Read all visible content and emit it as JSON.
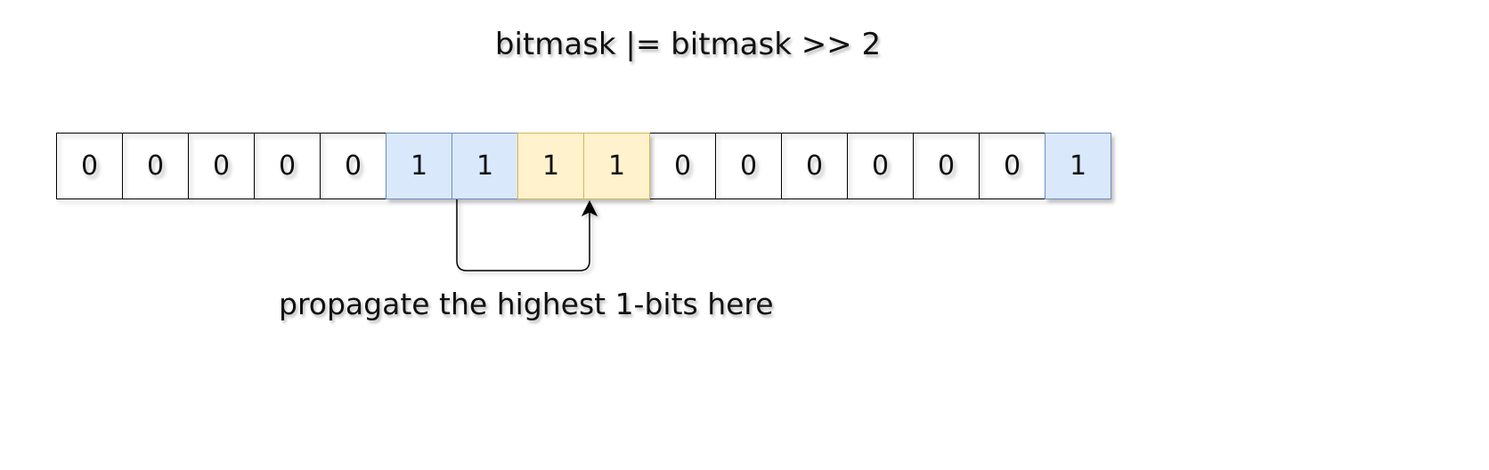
{
  "title": "bitmask |= bitmask >> 2",
  "bits": [
    {
      "value": "0",
      "fill": "none"
    },
    {
      "value": "0",
      "fill": "none"
    },
    {
      "value": "0",
      "fill": "none"
    },
    {
      "value": "0",
      "fill": "none"
    },
    {
      "value": "0",
      "fill": "none"
    },
    {
      "value": "1",
      "fill": "blue"
    },
    {
      "value": "1",
      "fill": "blue"
    },
    {
      "value": "1",
      "fill": "yellow"
    },
    {
      "value": "1",
      "fill": "yellow"
    },
    {
      "value": "0",
      "fill": "none"
    },
    {
      "value": "0",
      "fill": "none"
    },
    {
      "value": "0",
      "fill": "none"
    },
    {
      "value": "0",
      "fill": "none"
    },
    {
      "value": "0",
      "fill": "none"
    },
    {
      "value": "0",
      "fill": "none"
    },
    {
      "value": "1",
      "fill": "blue"
    }
  ],
  "colors": {
    "blue_fill": "#dae8fc",
    "blue_stroke": "#6c8ebf",
    "yellow_fill": "#fff2cc",
    "yellow_stroke": "#d6b656"
  },
  "caption": "propagate the highest 1-bits here"
}
